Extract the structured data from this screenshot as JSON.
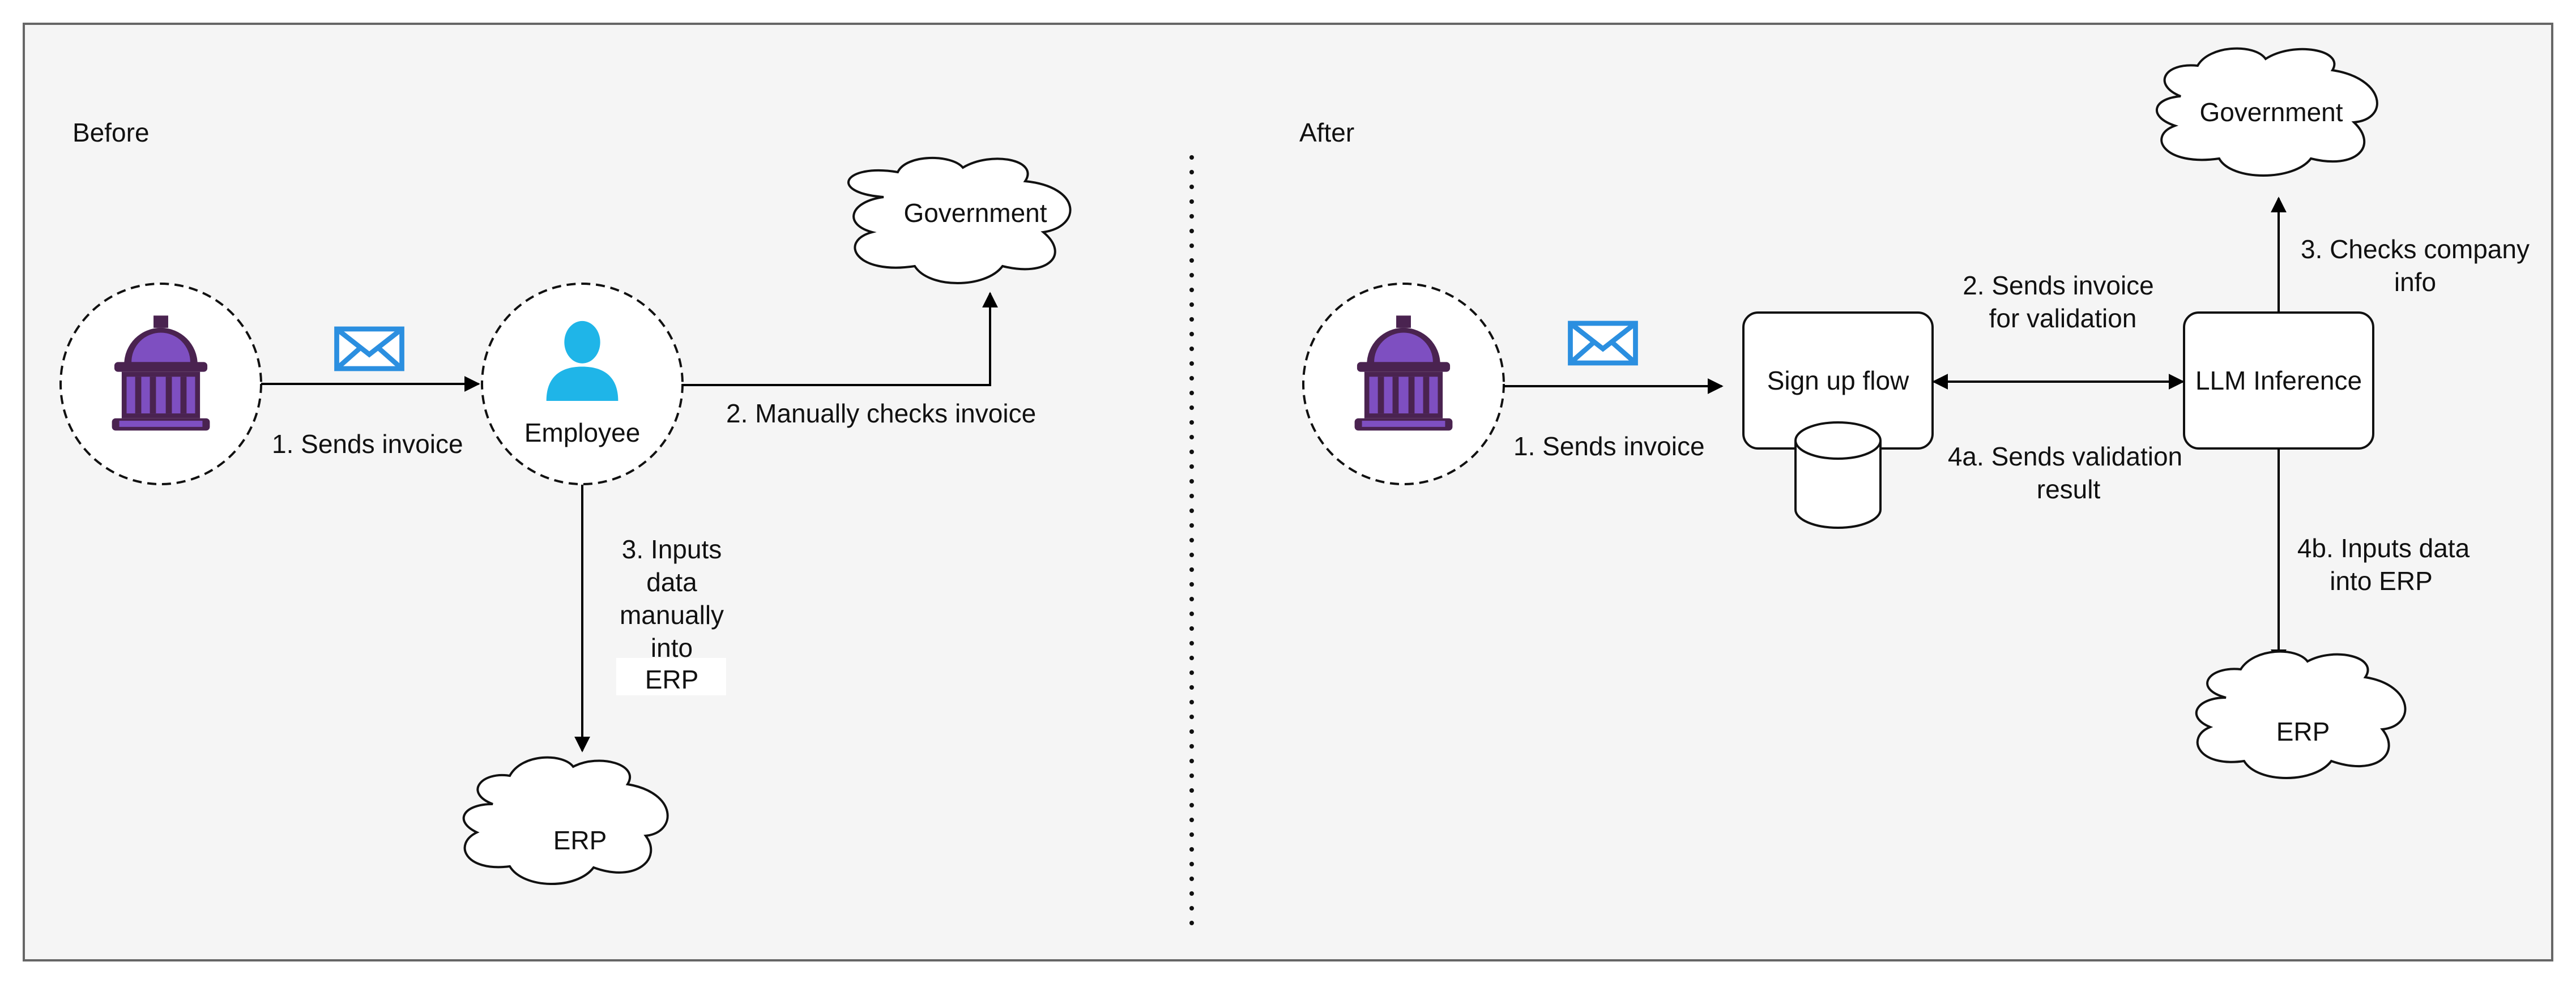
{
  "sections": {
    "before": "Before",
    "after": "After"
  },
  "nodes": {
    "before_government": "Government",
    "before_employee": "Employee",
    "before_erp": "ERP",
    "after_government": "Government",
    "after_signup": "Sign up flow",
    "after_llm": "LLM Inference",
    "after_erp": "ERP"
  },
  "edges": {
    "before_sends_invoice": "1. Sends invoice",
    "before_manually_checks": "2. Manually checks invoice",
    "before_inputs_line1": "3. Inputs",
    "before_inputs_line2": "data",
    "before_inputs_line3": "manually",
    "before_inputs_line4": "into",
    "before_inputs_line5": "ERP",
    "after_sends_invoice": "1. Sends invoice",
    "after_validation_line1": "2. Sends invoice",
    "after_validation_line2": "for validation",
    "after_checks_line1": "3. Checks company",
    "after_checks_line2": "info",
    "after_result_line1": "4a. Sends validation",
    "after_result_line2": "result",
    "after_erp_line1": "4b. Inputs data",
    "after_erp_line2": "into ERP"
  },
  "icons": {
    "company": "government-building-icon",
    "mail": "envelope-icon",
    "person": "person-icon",
    "database": "database-cylinder-icon"
  },
  "colors": {
    "panel_bg": "#f5f5f5",
    "panel_border": "#666666",
    "building_purple": "#7e4fc1",
    "building_dark": "#4a2350",
    "mail_blue": "#2b8fe0",
    "person_cyan": "#1fb5e8"
  }
}
